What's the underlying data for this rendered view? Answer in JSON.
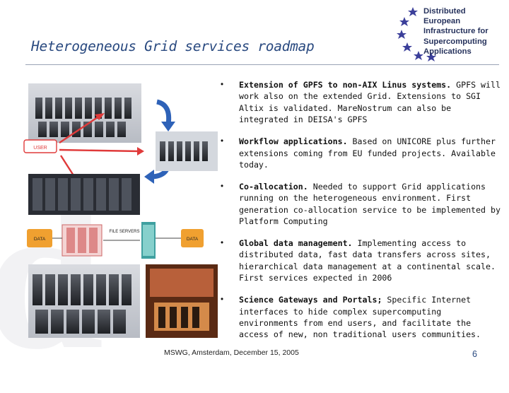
{
  "slide": {
    "title": "Heterogeneous Grid services roadmap",
    "footer": "MSWG, Amsterdam, December 15, 2005",
    "page_number": "6"
  },
  "logo": {
    "lines": [
      "Distributed",
      "European",
      "Infrastructure for",
      "Supercomputing",
      "Applications"
    ],
    "star_color": "#3b3f9a"
  },
  "diagram": {
    "user_label": "USER",
    "file_servers_label": "FILE SERVERS",
    "data_label_left": "DATA",
    "data_label_right": "DATA",
    "arrow_color": "#e03a3a",
    "curve_color": "#2e62b8",
    "data_box_color": "#f0a030"
  },
  "bullets": [
    {
      "highlight": "Extension of GPFS to non-AIX Linus systems.",
      "text": " GPFS will work also on the extended Grid. Extensions to SGI Altix is validated. MareNostrum can also be integrated in DEISA's GPFS"
    },
    {
      "highlight": "Workflow applications.",
      "text": " Based on UNICORE plus further extensions coming from EU funded projects. Available today."
    },
    {
      "highlight": "Co-allocation.",
      "text": " Needed to support Grid applications running on the heterogeneous environment. First generation co-allocation service to be implemented by Platform Computing"
    },
    {
      "highlight": "Global data management.",
      "text": " Implementing access to distributed data, fast data transfers across sites, hierarchical data management at a continental scale. First services expected in 2006"
    },
    {
      "highlight": "Science Gateways and Portals;",
      "text": " Specific Internet interfaces to hide complex supercomputing environments from end users, and facilitate the access of new, non traditional users communities."
    }
  ]
}
